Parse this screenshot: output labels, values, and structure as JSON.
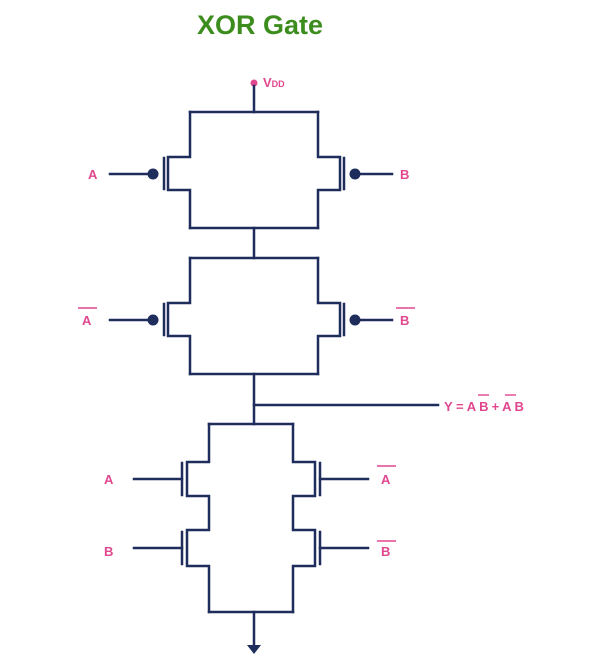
{
  "title": "XOR Gate",
  "supply": {
    "label": "V",
    "subscript": "DD"
  },
  "inputs": {
    "pullup_top_left": "A",
    "pullup_top_right": "B",
    "pullup_bottom_left": "A",
    "pullup_bottom_right": "B",
    "pulldown_top_left": "A",
    "pulldown_top_right": "A",
    "pulldown_bottom_left": "B",
    "pulldown_bottom_right": "B"
  },
  "output": {
    "prefix": "Y = A",
    "term1_bar": "B",
    "plus": "+",
    "term2_bar": "A",
    "term2": "B"
  },
  "colors": {
    "title": "#3c8d1e",
    "labels": "#e0478f",
    "wires": "#1f2d5c"
  }
}
